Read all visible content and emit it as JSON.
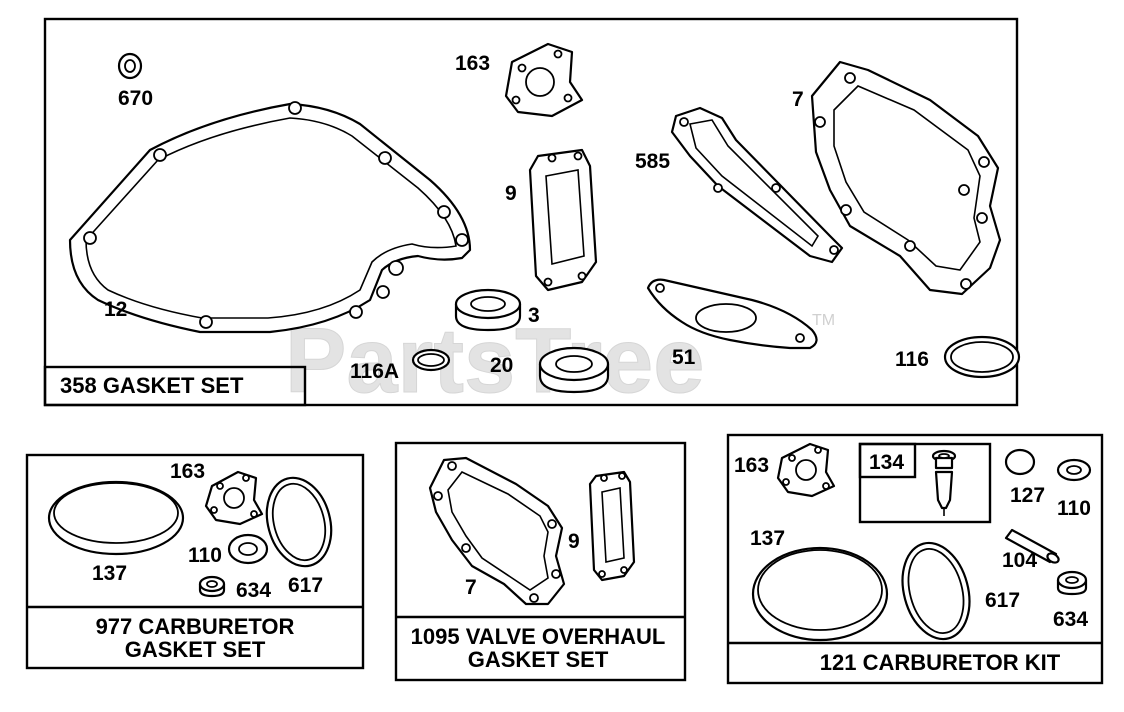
{
  "watermark": {
    "text": "PartsTree",
    "tm": "TM"
  },
  "main_kit": {
    "title": "358 GASKET SET",
    "callouts": {
      "c670": "670",
      "c12": "12",
      "c163": "163",
      "c9": "9",
      "c585": "585",
      "c7": "7",
      "c3": "3",
      "c20": "20",
      "c116A": "116A",
      "c51": "51",
      "c116": "116"
    }
  },
  "carb_gasket_kit": {
    "title_line1": "977 CARBURETOR",
    "title_line2": "GASKET SET",
    "callouts": {
      "c163": "163",
      "c110": "110",
      "c137": "137",
      "c634": "634",
      "c617": "617"
    }
  },
  "valve_kit": {
    "title_line1": "1095 VALVE OVERHAUL",
    "title_line2": "GASKET SET",
    "callouts": {
      "c7": "7",
      "c9": "9"
    }
  },
  "carb_kit": {
    "title": "121 CARBURETOR KIT",
    "callouts": {
      "c163": "163",
      "c134": "134",
      "c127": "127",
      "c110": "110",
      "c137": "137",
      "c104": "104",
      "c617": "617",
      "c634": "634"
    }
  }
}
